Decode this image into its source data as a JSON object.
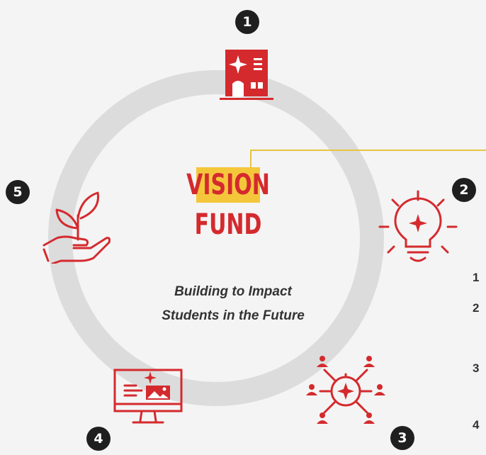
{
  "diagram": {
    "title": {
      "line1": "VISION",
      "line2": "FUND"
    },
    "subtitle": {
      "line1": "Building to Impact",
      "line2": "Students in the Future"
    },
    "steps": [
      {
        "number": "1",
        "icon": "building-sparkle-icon"
      },
      {
        "number": "2",
        "icon": "lightbulb-sparkle-icon"
      },
      {
        "number": "3",
        "icon": "network-people-icon"
      },
      {
        "number": "4",
        "icon": "monitor-image-icon"
      },
      {
        "number": "5",
        "icon": "hand-plant-icon"
      }
    ],
    "edge_list_numbers": [
      "1",
      "2",
      "3",
      "4"
    ]
  },
  "colors": {
    "accent_red": "#d42a2e",
    "highlight_yellow": "#f4c73b",
    "ring_gray": "#dcdcdc",
    "badge_dark": "#1f1f1f",
    "background": "#f4f4f4"
  }
}
